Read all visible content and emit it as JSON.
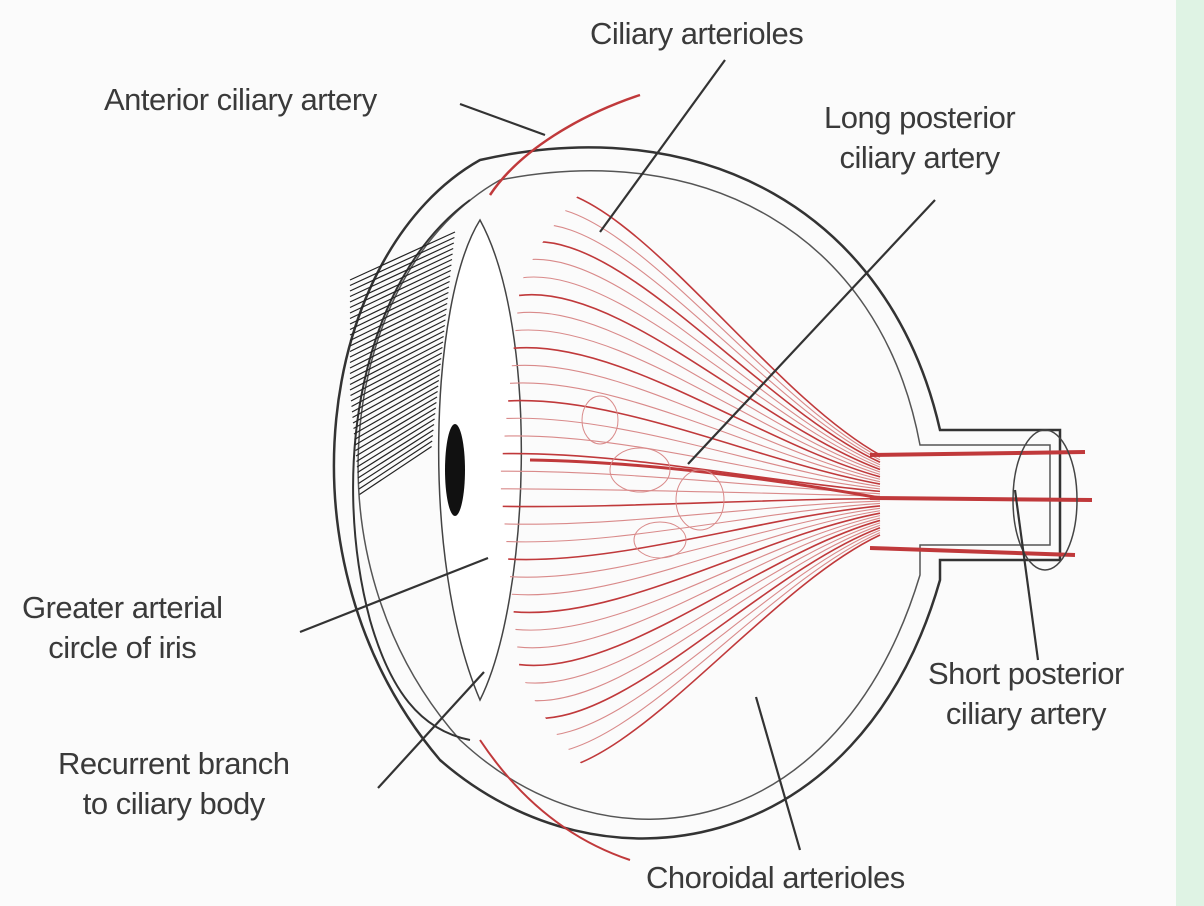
{
  "labels": {
    "ciliary_arterioles": "Ciliary arterioles",
    "anterior_ciliary_artery": "Anterior ciliary artery",
    "long_posterior_line1": "Long posterior",
    "long_posterior_line2": "ciliary artery",
    "greater_circle_line1": "Greater arterial",
    "greater_circle_line2": "circle of iris",
    "recurrent_line1": "Recurrent branch",
    "recurrent_line2": "to ciliary body",
    "short_posterior_line1": "Short posterior",
    "short_posterior_line2": "ciliary artery",
    "choroidal_arterioles": "Choroidal arterioles"
  },
  "colors": {
    "vessel": "#c0393b",
    "vessel_light": "#d98a8a",
    "outline": "#333333",
    "border_accent": "#dff3e4"
  }
}
